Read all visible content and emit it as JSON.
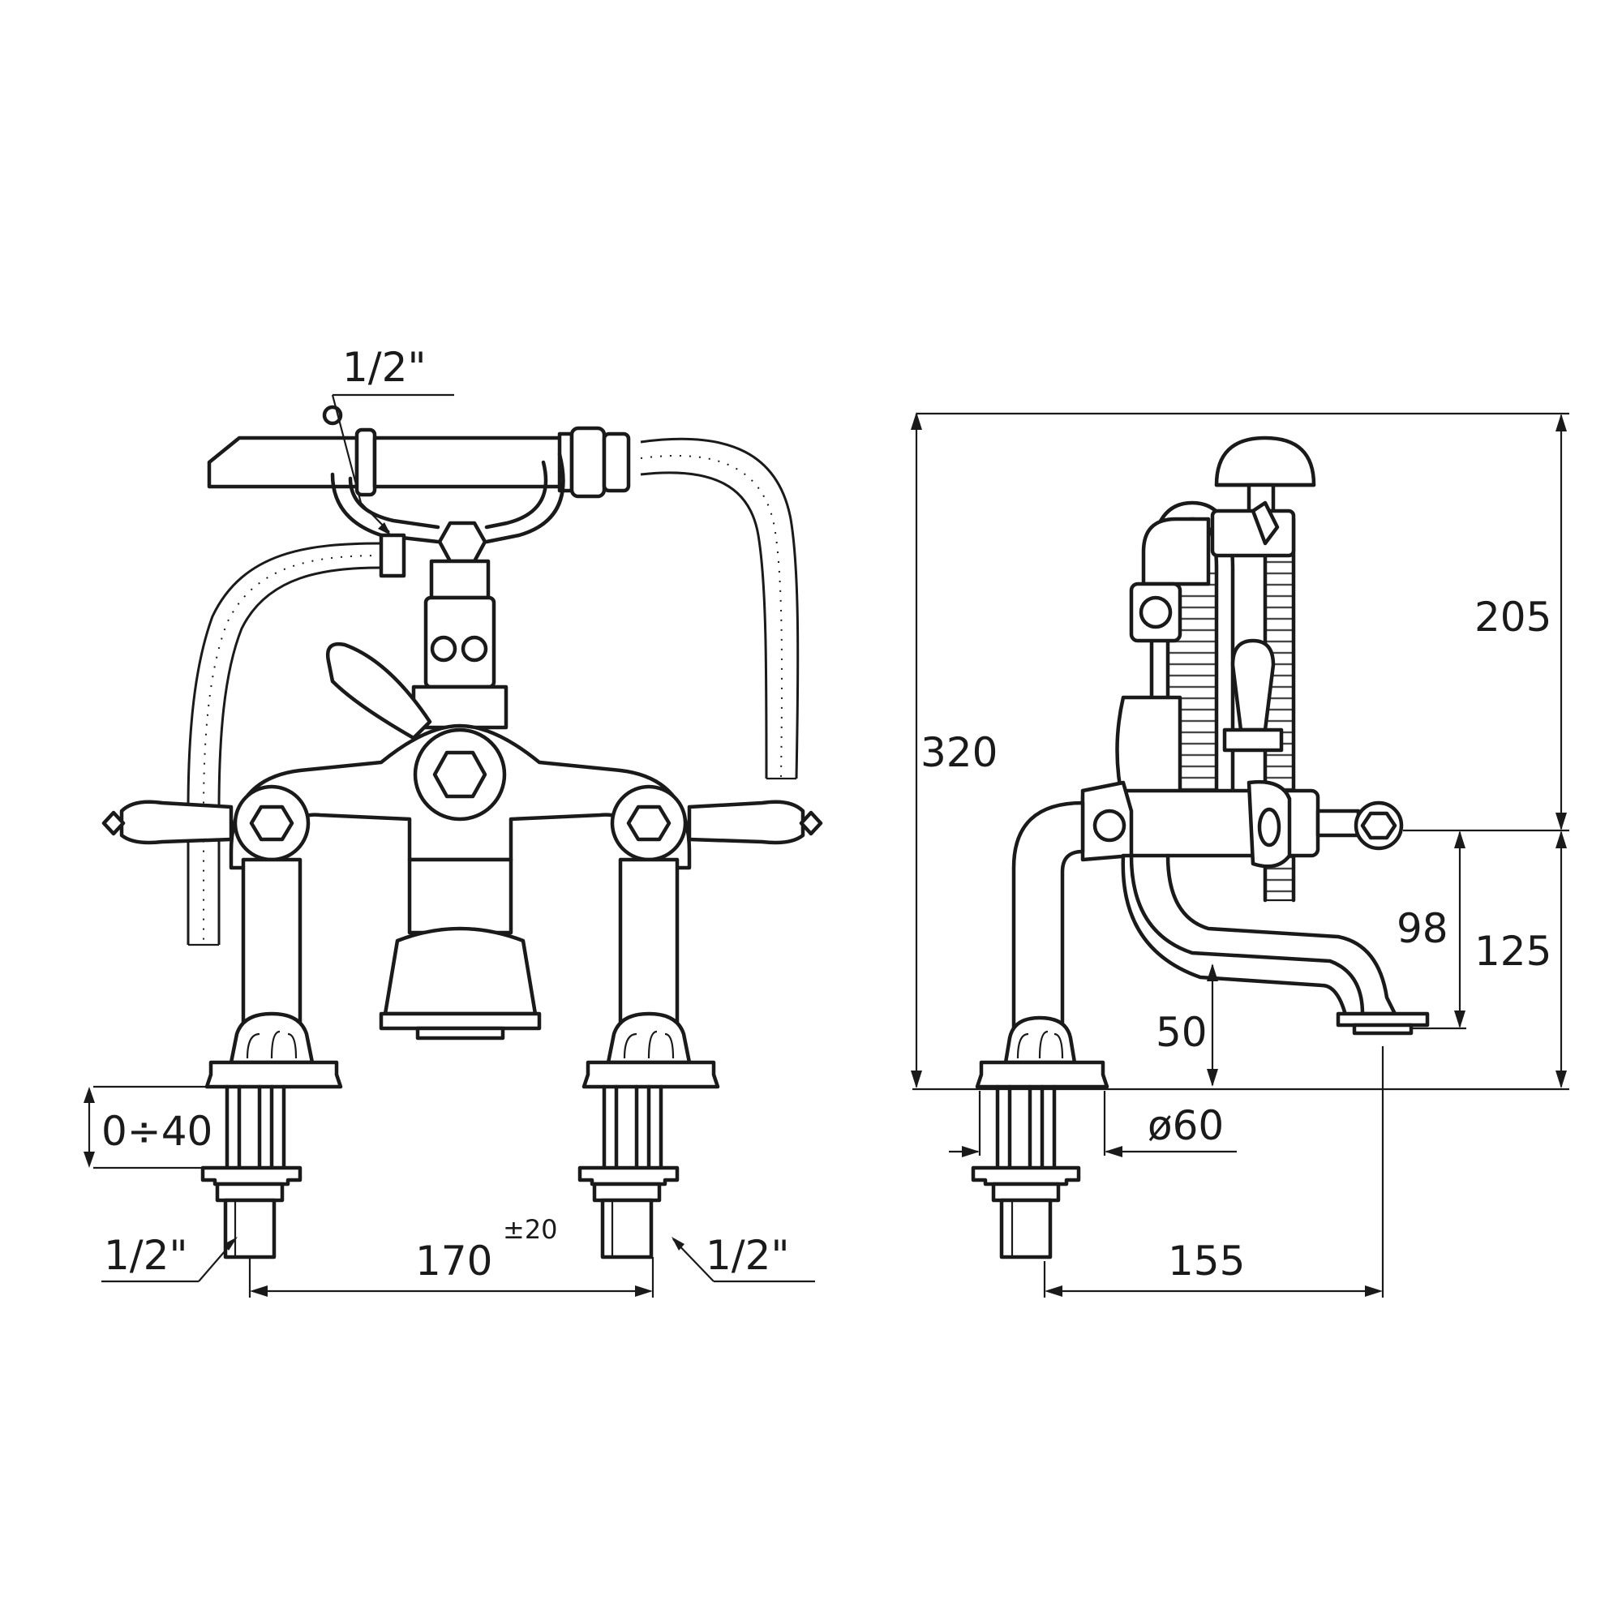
{
  "front_view": {
    "hand_shower_thread": "1/2\"",
    "mount_range": "0÷40",
    "left_inlet_thread": "1/2\"",
    "right_inlet_thread": "1/2\"",
    "centers": "170",
    "centers_tolerance": "±20"
  },
  "side_view": {
    "total_height": "320",
    "shower_height": "205",
    "spout_outlet_height": "98",
    "valve_axis_height": "125",
    "spout_clearance": "50",
    "base_diameter": "ø60",
    "spout_reach": "155"
  }
}
